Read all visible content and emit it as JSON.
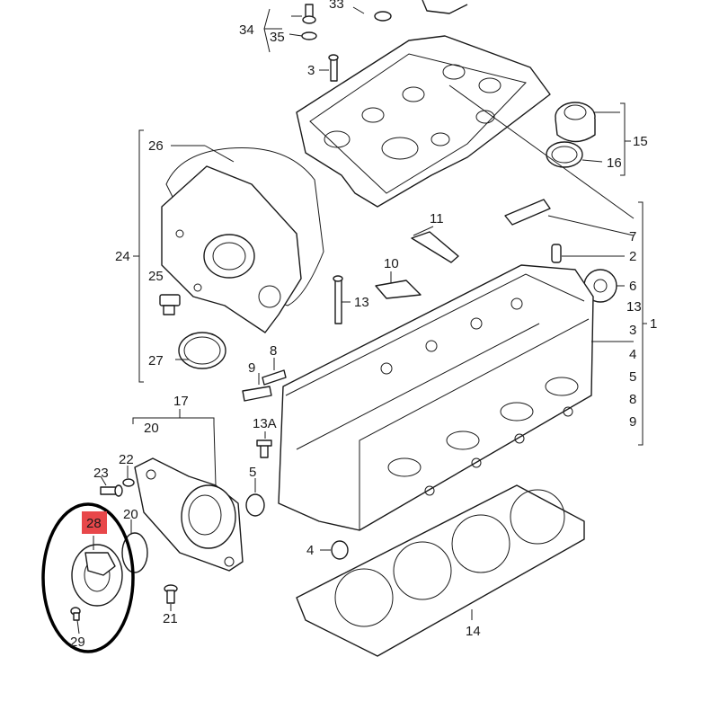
{
  "colors": {
    "line": "#1a1a1a",
    "highlight": "#e8474a",
    "circle": "#000000",
    "background": "#ffffff"
  },
  "callouts": {
    "c34": "34",
    "c35": "35",
    "c33": "33",
    "c3_top": "3",
    "c26": "26",
    "c15": "15",
    "c16": "16",
    "c24": "24",
    "c25": "25",
    "c27": "27",
    "c11": "11",
    "c7": "7",
    "c2": "2",
    "c10": "10",
    "c13": "13",
    "c6": "6",
    "c13b": "13",
    "c3b": "3",
    "c1": "1",
    "c4b": "4",
    "c5b": "5",
    "c8b": "8",
    "c9b": "9",
    "c8": "8",
    "c9": "9",
    "c17": "17",
    "c20_top": "20",
    "c13A": "13A",
    "c22": "22",
    "c23": "23",
    "c5": "5",
    "c20": "20",
    "c4": "4",
    "c21": "21",
    "c14": "14",
    "c29": "29"
  },
  "highlighted_callout": "28"
}
